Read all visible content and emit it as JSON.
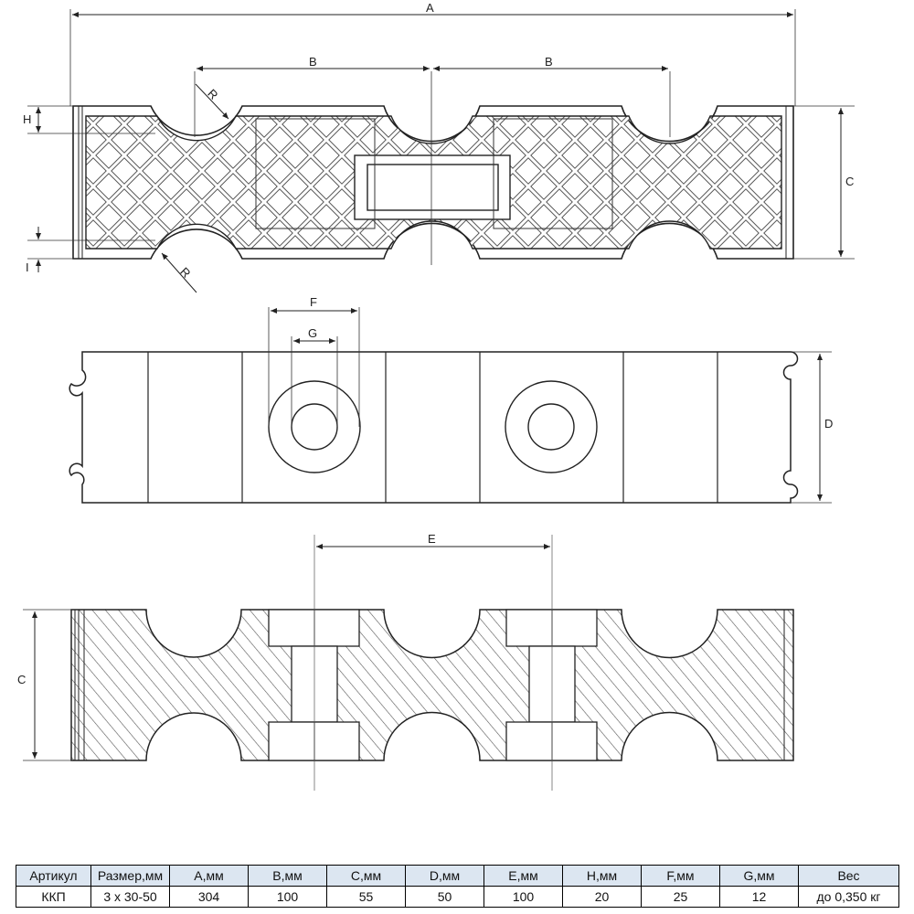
{
  "dimension_labels": {
    "A": "A",
    "B": "B",
    "C": "C",
    "D": "D",
    "E": "E",
    "F": "F",
    "G": "G",
    "H": "H",
    "I": "I",
    "R": "R"
  },
  "table": {
    "headers": [
      "Артикул",
      "Размер,мм",
      "A,мм",
      "B,мм",
      "C,мм",
      "D,мм",
      "E,мм",
      "H,мм",
      "F,мм",
      "G,мм",
      "Вес"
    ],
    "row": [
      "ККП",
      "3 x 30-50",
      "304",
      "100",
      "55",
      "50",
      "100",
      "20",
      "25",
      "12",
      "до 0,350 кг"
    ]
  }
}
